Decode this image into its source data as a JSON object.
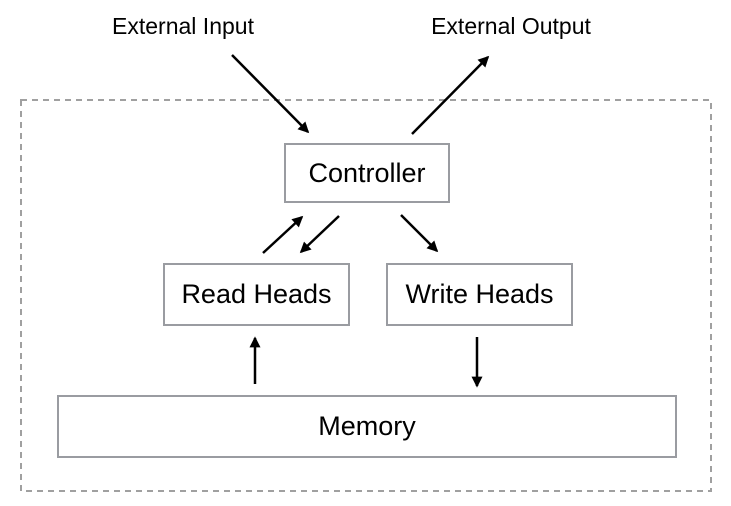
{
  "diagram": {
    "type": "block-diagram",
    "external_labels": {
      "input": "External Input",
      "output": "External Output"
    },
    "nodes": {
      "controller": "Controller",
      "read_heads": "Read Heads",
      "write_heads": "Write Heads",
      "memory": "Memory"
    },
    "edges": [
      {
        "from": "External Input",
        "to": "Controller"
      },
      {
        "from": "Controller",
        "to": "External Output"
      },
      {
        "from": "Read Heads",
        "to": "Controller"
      },
      {
        "from": "Controller",
        "to": "Read Heads"
      },
      {
        "from": "Controller",
        "to": "Write Heads"
      },
      {
        "from": "Memory",
        "to": "Read Heads"
      },
      {
        "from": "Write Heads",
        "to": "Memory"
      }
    ],
    "colors": {
      "background": "#ffffff",
      "box_border": "#9a9ca1",
      "dashed_boundary": "#a0a0a0",
      "arrow": "#000000",
      "text": "#000000"
    }
  }
}
